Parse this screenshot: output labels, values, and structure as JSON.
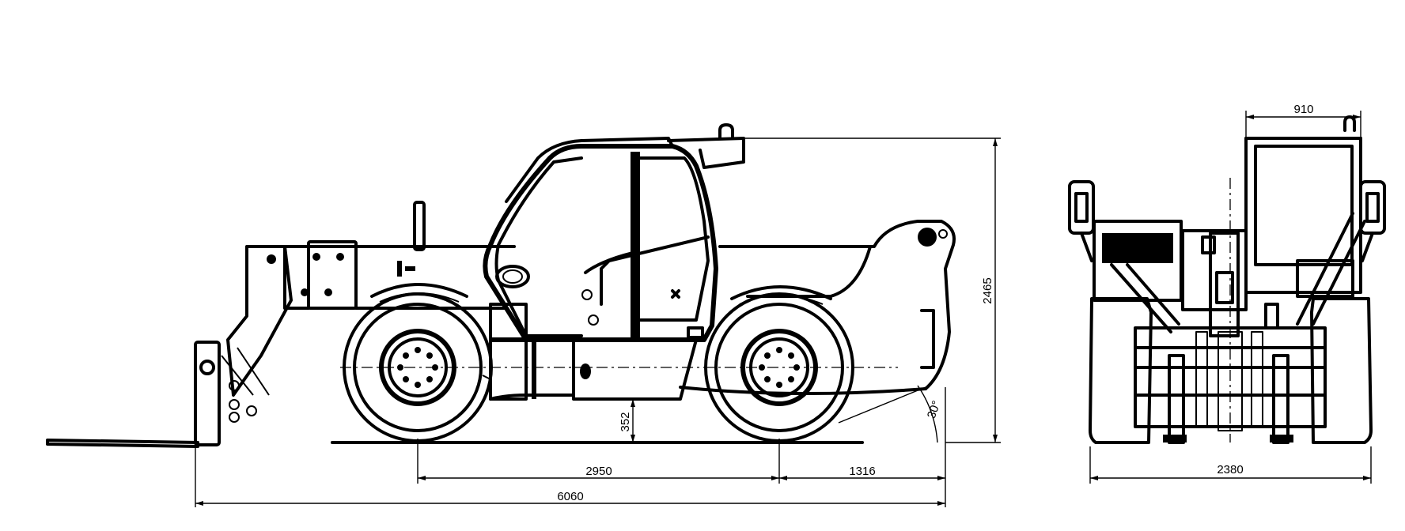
{
  "dimensions": {
    "wheelbase": "2950",
    "rear_overhang": "1316",
    "overall_length": "6060",
    "ground_clearance": "352",
    "overall_height": "2465",
    "departure_angle": "30°",
    "overall_width": "2380",
    "cab_width": "910"
  }
}
